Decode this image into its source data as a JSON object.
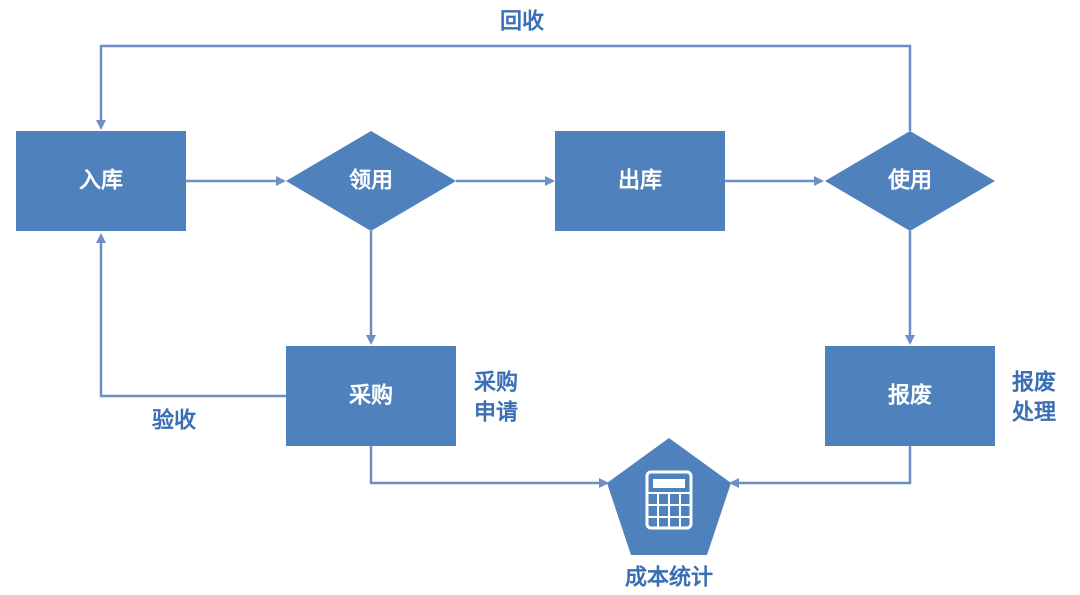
{
  "colors": {
    "node_fill": "#4f81bd",
    "arrow": "#6e8fc6",
    "label_text": "#3a6fb5",
    "node_text": "#ffffff"
  },
  "nodes": {
    "ruku": "入库",
    "lingyong": "领用",
    "chuku": "出库",
    "shiyong": "使用",
    "caigou": "采购",
    "baofei": "报废",
    "chengben": "成本统计"
  },
  "labels": {
    "huishou": "回收",
    "yanshou": "验收",
    "caigou_shenqing": [
      "采购",
      "申请"
    ],
    "baofei_chuli": [
      "报废",
      "处理"
    ]
  },
  "icons": {
    "cost": "calculator-icon"
  }
}
